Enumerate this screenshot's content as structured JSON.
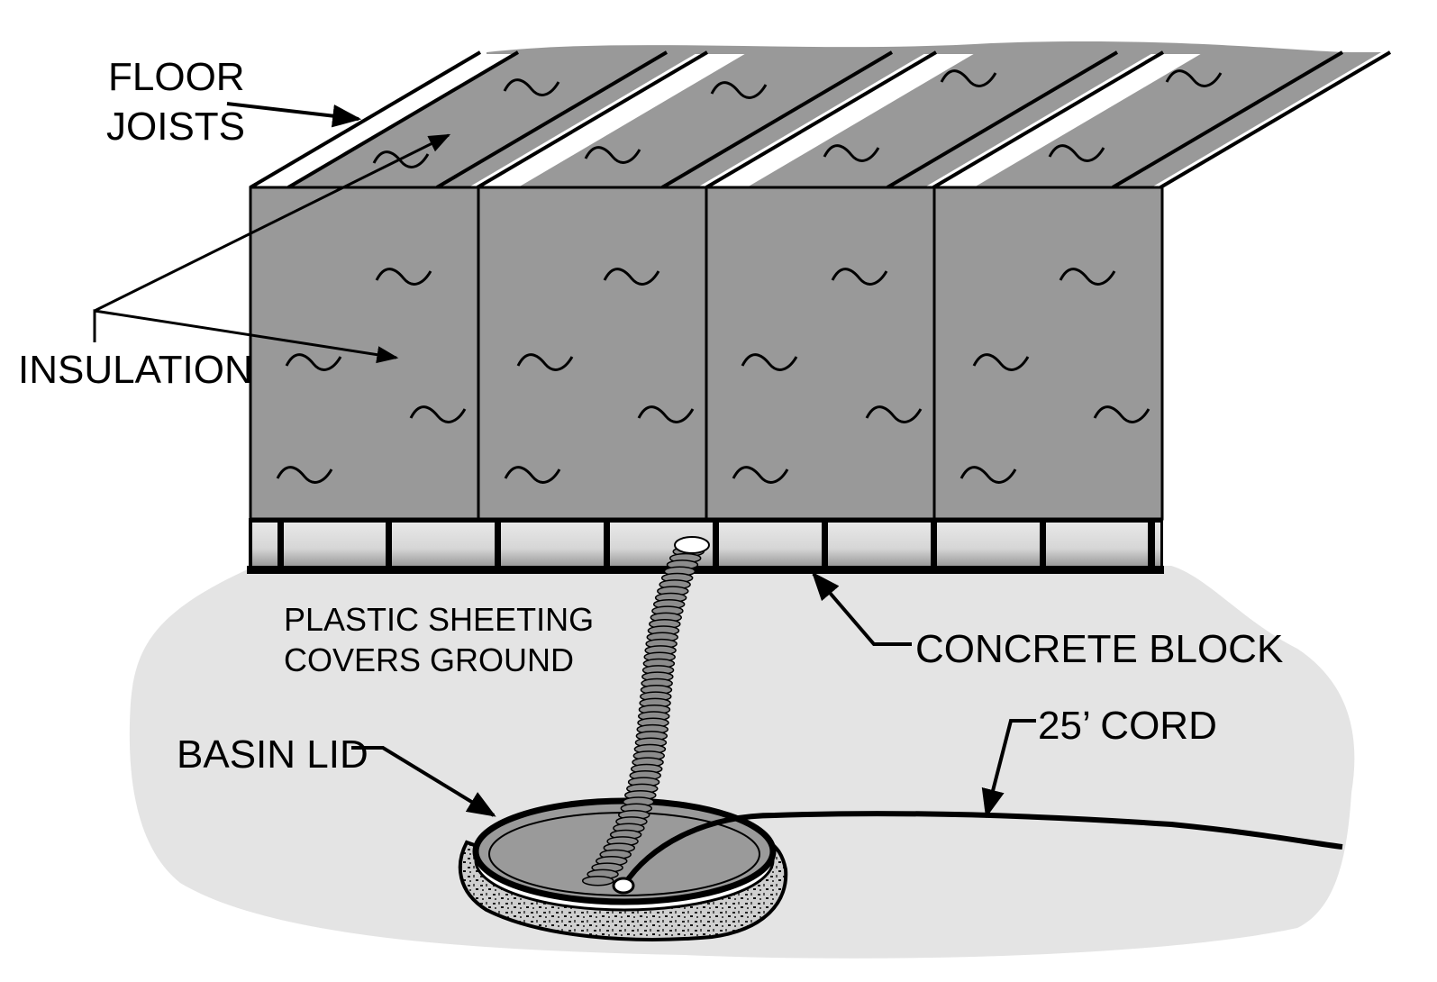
{
  "diagram": {
    "type": "crawlspace-sump-installation",
    "labels": {
      "floor_joists": [
        "FLOOR",
        "JOISTS"
      ],
      "insulation": "INSULATION",
      "plastic_sheeting": [
        "PLASTIC SHEETING",
        "COVERS GROUND"
      ],
      "concrete_block": "CONCRETE BLOCK",
      "basin_lid": "BASIN LID",
      "cord": "25’ CORD"
    },
    "colors": {
      "insulation": "#999999",
      "ground": "#e4e4e4",
      "block_light": "#e6e6e6",
      "block_dark": "#a8a8a8",
      "line": "#000000"
    },
    "counts": {
      "insulation_panels": 4,
      "joist_bays": 5,
      "concrete_blocks": 9
    }
  }
}
